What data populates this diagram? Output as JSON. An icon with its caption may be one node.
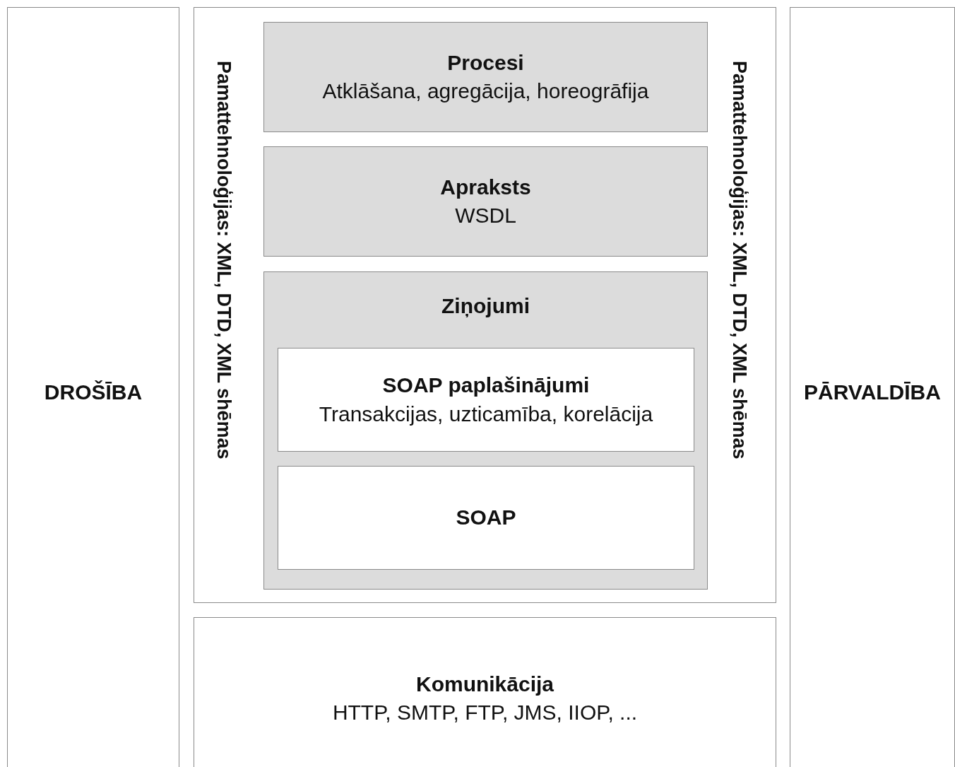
{
  "diagram": {
    "nodes": [
      {
        "text": [
          "DROŠĪBA"
        ]
      },
      {
        "text": [
          "Pamattehnoloģijas: XML, DTD, XML shēmas",
          "Pamattehnoloģijas: XML, DTD, XML shēmas"
        ]
      },
      {
        "text": [
          "Procesi",
          "Atklāšana, agregācija, horeogrāfija"
        ],
        "in": 1
      },
      {
        "text": [
          "Apraksts",
          "WSDL"
        ],
        "in": 1
      },
      {
        "text": [
          "Ziņojumi"
        ],
        "in": 1
      },
      {
        "text": [
          "SOAP paplašinājumi",
          "Transakcijas, uzticamība, korelācija"
        ],
        "in": 4
      },
      {
        "text": [
          "SOAP"
        ],
        "in": 4
      },
      {
        "text": [
          "Komunikācija",
          "HTTP, SMTP, FTP, JMS, IIOP, ..."
        ]
      },
      {
        "text": [
          "PĀRVALDĪBA"
        ]
      }
    ]
  }
}
